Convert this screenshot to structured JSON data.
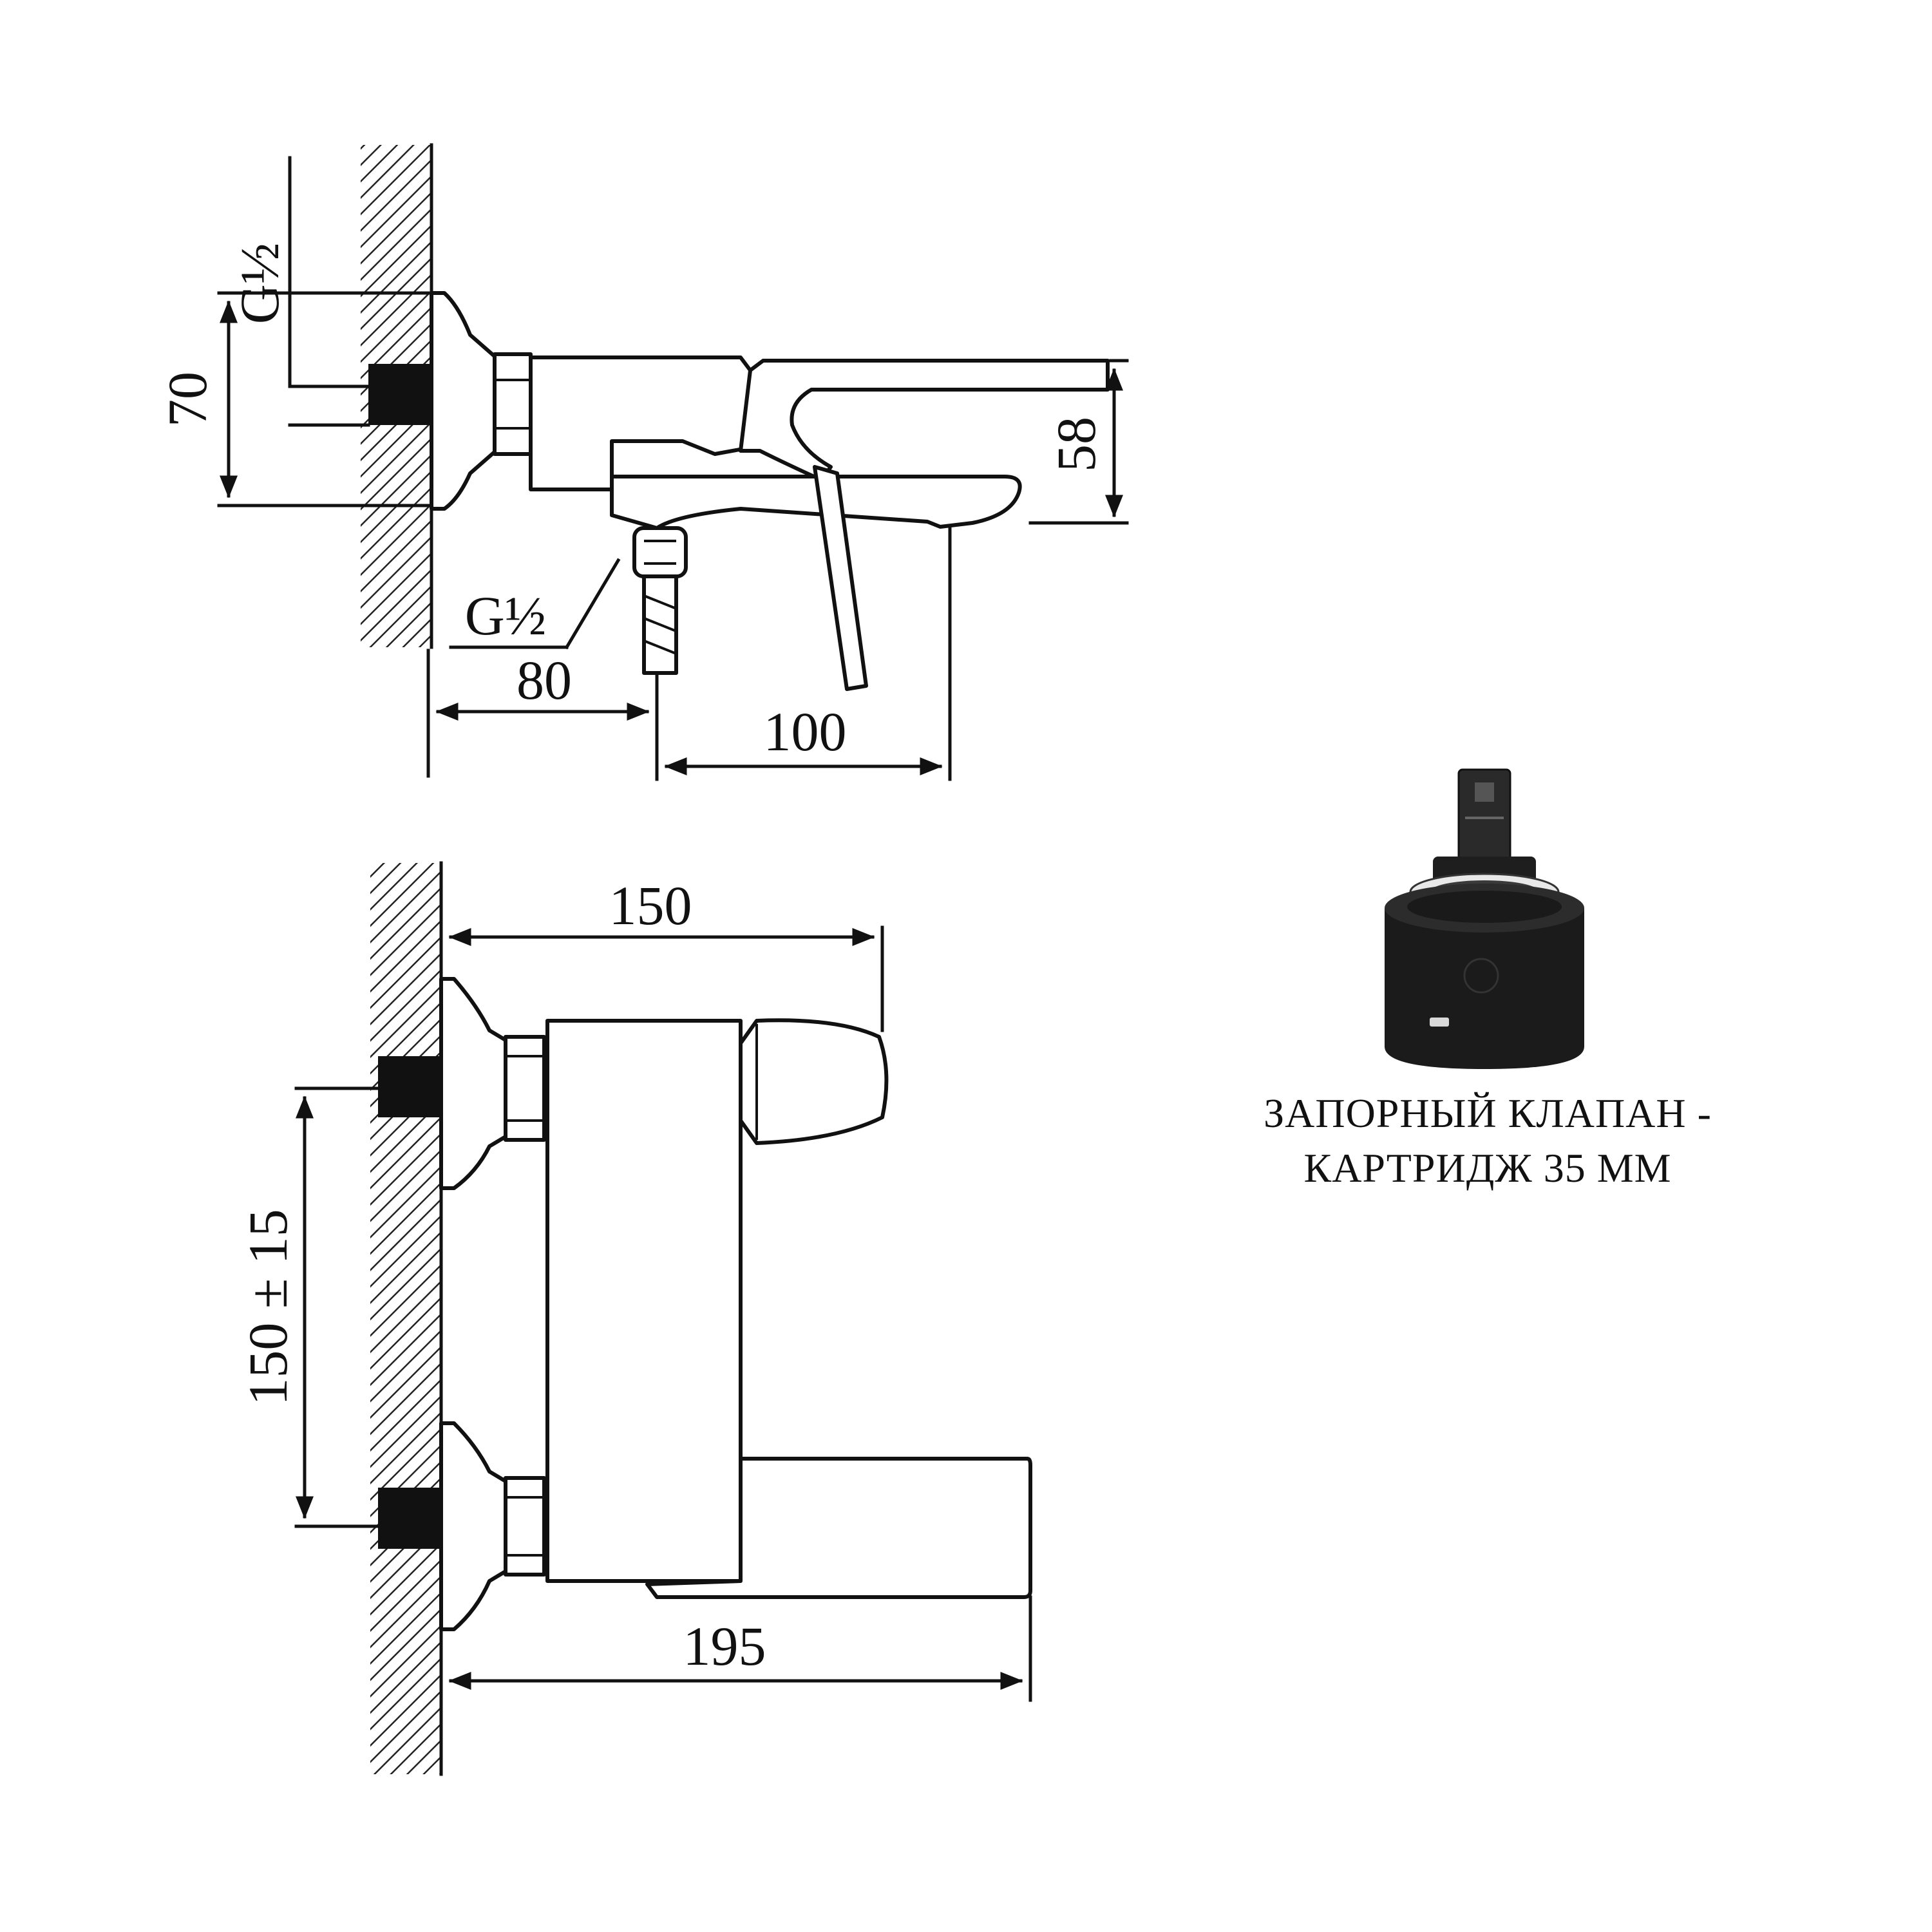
{
  "side_view": {
    "dimensions": {
      "inlet_thread_top": "G½",
      "height_left": "70",
      "height_right": "58",
      "outlet_thread": "G½",
      "depth_to_outlet": "80",
      "spout_length": "100"
    }
  },
  "front_view": {
    "dimensions": {
      "width_top": "150",
      "inlet_spacing": "150 ± 15",
      "width_bottom": "195"
    }
  },
  "cartridge": {
    "caption_line1": "ЗАПОРНЫЙ КЛАПАН -",
    "caption_line2": "КАРТРИДЖ 35 ММ"
  }
}
